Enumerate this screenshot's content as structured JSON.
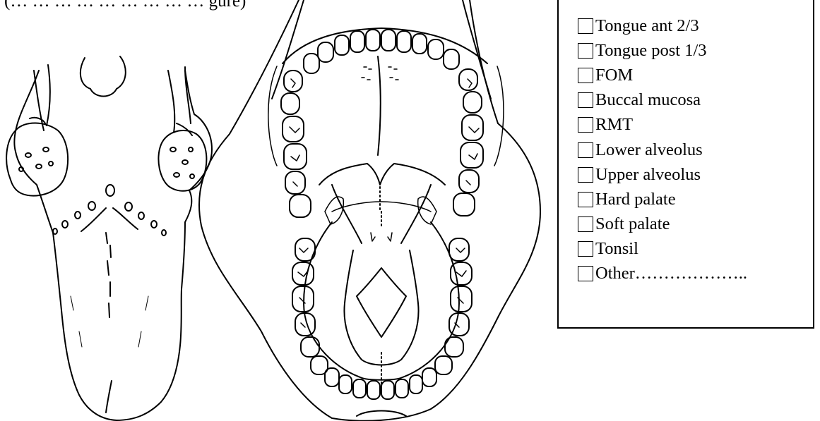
{
  "caption": "(… … … … … … … … … gure)",
  "sites": [
    {
      "label": "Tongue ant 2/3",
      "checked": false
    },
    {
      "label": "Tongue post 1/3",
      "checked": false
    },
    {
      "label": "FOM",
      "checked": false
    },
    {
      "label": "Buccal mucosa",
      "checked": false
    },
    {
      "label": "RMT",
      "checked": false
    },
    {
      "label": "Lower alveolus",
      "checked": false
    },
    {
      "label": "Upper alveolus",
      "checked": false
    },
    {
      "label": "Hard palate",
      "checked": false
    },
    {
      "label": "Soft palate",
      "checked": false
    },
    {
      "label": "Tonsil",
      "checked": false
    },
    {
      "label": "Other………………..",
      "checked": false
    }
  ]
}
